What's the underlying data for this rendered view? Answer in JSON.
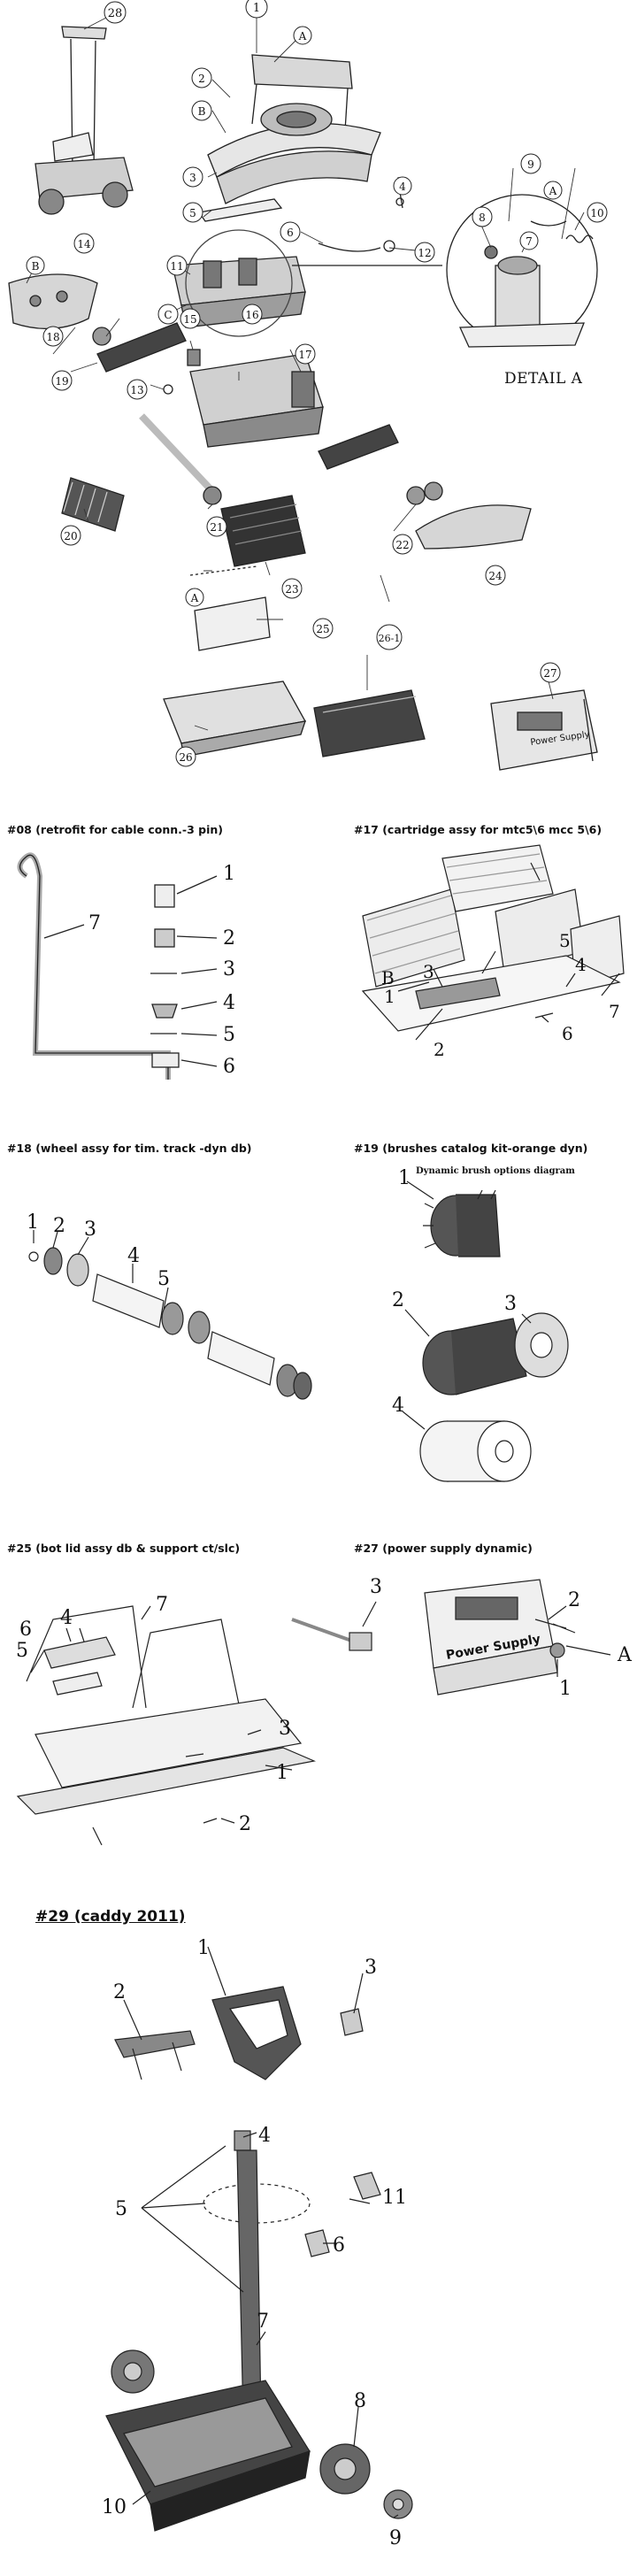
{
  "main": {
    "callouts": [
      "1",
      "2",
      "3",
      "4",
      "5",
      "6",
      "7",
      "8",
      "9",
      "10",
      "11",
      "12",
      "13",
      "14",
      "15",
      "16",
      "17",
      "18",
      "19",
      "20",
      "21",
      "22",
      "23",
      "24",
      "25",
      "26",
      "26-1",
      "27",
      "28"
    ],
    "letter_tags": [
      "A",
      "B",
      "C"
    ],
    "detail_label": "DETAIL A",
    "power_supply_text": "Power Supply"
  },
  "p08": {
    "caption": "#08 (retrofit for cable conn.-3 pin)",
    "callouts": [
      "1",
      "2",
      "3",
      "4",
      "5",
      "6",
      "7"
    ]
  },
  "p17": {
    "caption": "#17 (cartridge assy for mtc5\\6 mcc 5\\6)",
    "callouts": [
      "1",
      "2",
      "3",
      "4",
      "5",
      "6",
      "7",
      "B"
    ]
  },
  "p18": {
    "caption": "#18 (wheel assy for tim. track -dyn db)",
    "callouts": [
      "1",
      "2",
      "3",
      "4",
      "5"
    ]
  },
  "p19": {
    "caption": "#19 (brushes catalog kit-orange dyn)",
    "subtitle": "Dynamic brush options diagram",
    "callouts": [
      "1",
      "2",
      "3",
      "4"
    ]
  },
  "p25": {
    "caption": "#25 (bot lid assy db & support ct/slc)",
    "callouts": [
      "1",
      "2",
      "3",
      "4",
      "5",
      "6",
      "7"
    ]
  },
  "p27": {
    "caption": "#27 (power supply dynamic)",
    "callouts": [
      "1",
      "2",
      "3",
      "A"
    ],
    "power_supply_text": "Power Supply"
  },
  "p29": {
    "caption": "#29   (caddy 2011)",
    "callouts": [
      "1",
      "2",
      "3",
      "4",
      "5",
      "6",
      "7",
      "8",
      "9",
      "10",
      "11"
    ]
  }
}
